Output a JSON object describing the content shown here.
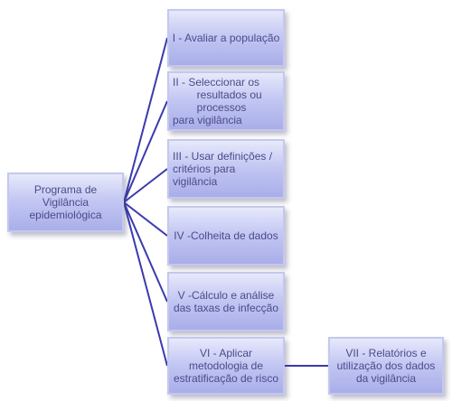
{
  "diagram": {
    "root": "Programa de\nVigilância\nepidemiológica",
    "steps": [
      "I - Avaliar a população",
      "II - Seleccionar os\n        resultados ou\n        processos\npara vigilância",
      "III - Usar definições /\ncritérios para\nvigilância",
      "IV -Colheita de dados",
      "V -Cálculo e análise\ndas taxas de infecção",
      "VI - Aplicar\nmetodologia de\nestratificação de risco"
    ],
    "final": "VII - Relatórios e\nutilização dos dados\nda vigilância"
  },
  "colors": {
    "connector": "#3a3ab0",
    "text": "#4b4b8a",
    "box_light": "#e7e9fb",
    "box_dark": "#a9aee9"
  }
}
